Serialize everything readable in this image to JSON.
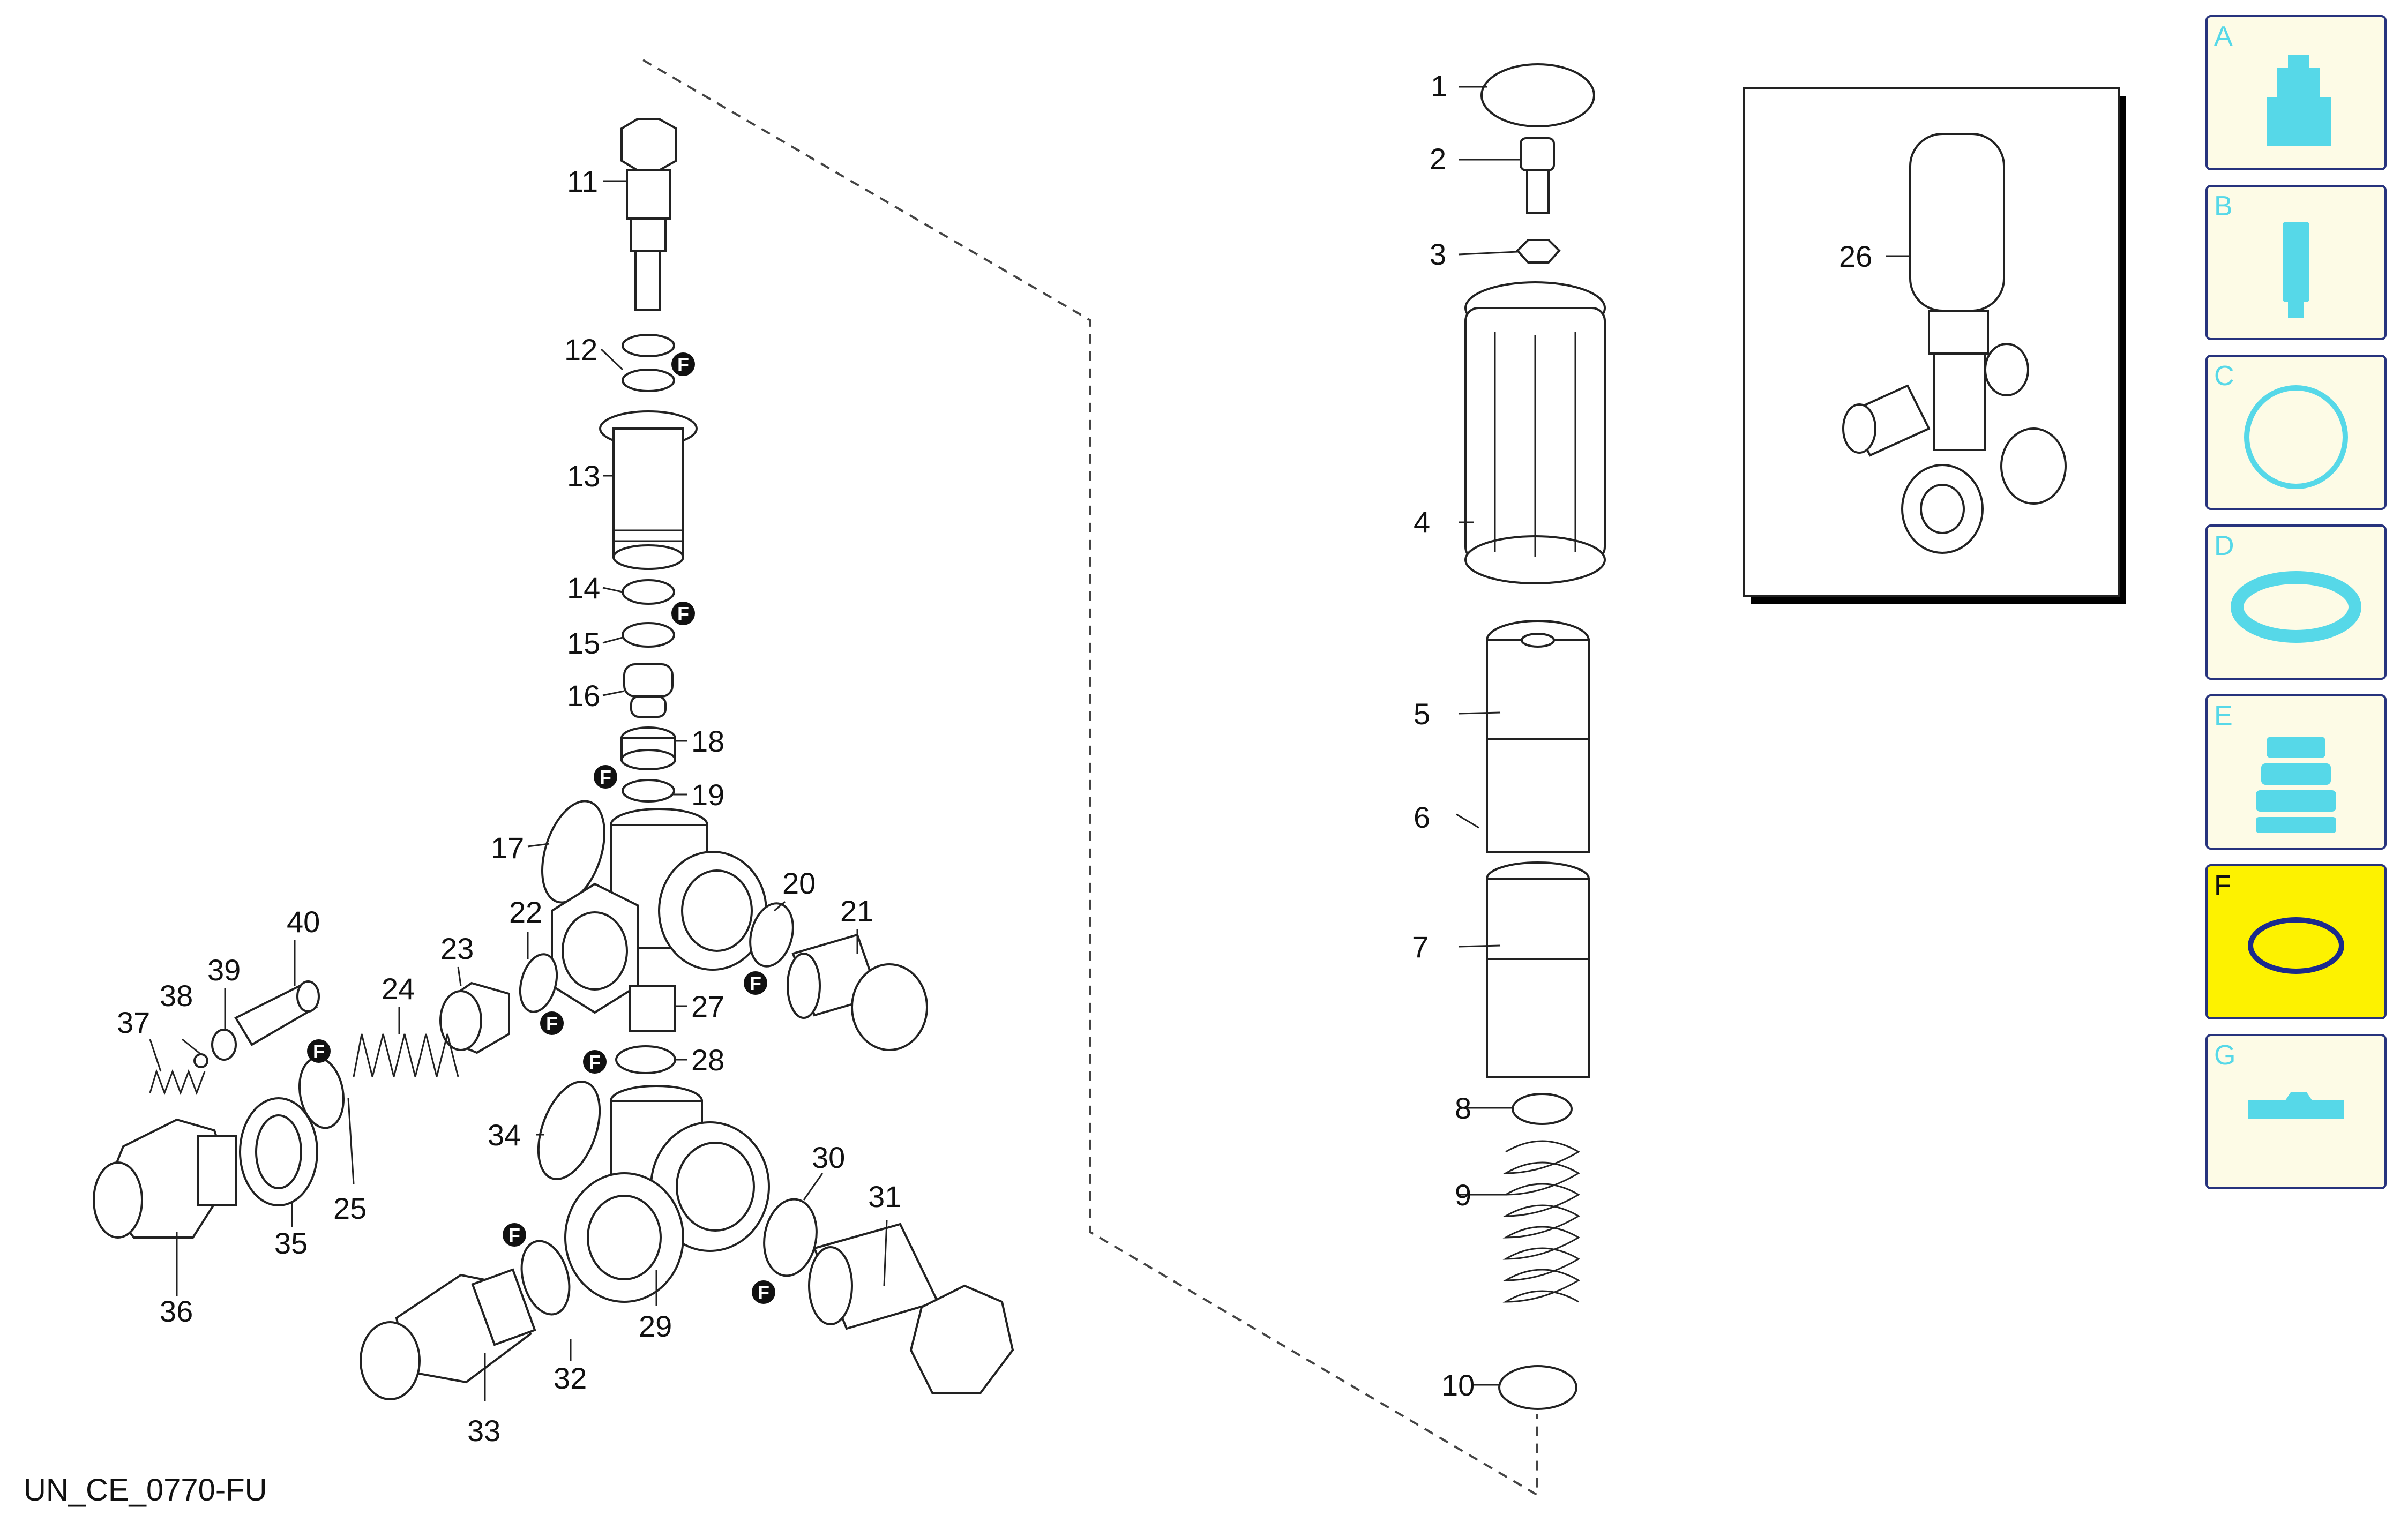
{
  "drawing_code": "UN_CE_0770-FU",
  "callouts": [
    "1",
    "2",
    "3",
    "4",
    "5",
    "6",
    "7",
    "8",
    "9",
    "10",
    "11",
    "12",
    "13",
    "14",
    "15",
    "16",
    "17",
    "18",
    "19",
    "20",
    "21",
    "22",
    "23",
    "24",
    "25",
    "26",
    "27",
    "28",
    "29",
    "30",
    "31",
    "32",
    "33",
    "34",
    "35",
    "36",
    "37",
    "38",
    "39",
    "40"
  ],
  "seal_badge": "F",
  "category_tabs": [
    {
      "letter": "A",
      "icon": "connector-fitting-icon"
    },
    {
      "letter": "B",
      "icon": "cylinder-plug-icon"
    },
    {
      "letter": "C",
      "icon": "flange-gasket-icon"
    },
    {
      "letter": "D",
      "icon": "lip-seal-icon"
    },
    {
      "letter": "E",
      "icon": "bellows-icon"
    },
    {
      "letter": "F",
      "icon": "o-ring-icon",
      "selected": true
    },
    {
      "letter": "G",
      "icon": "flat-rail-icon"
    }
  ],
  "colors": {
    "accent_selected": "#fdf200",
    "tab_border": "#27337d",
    "icon_cyan": "#56d8e8",
    "oring_blue": "#1b2a8c"
  }
}
